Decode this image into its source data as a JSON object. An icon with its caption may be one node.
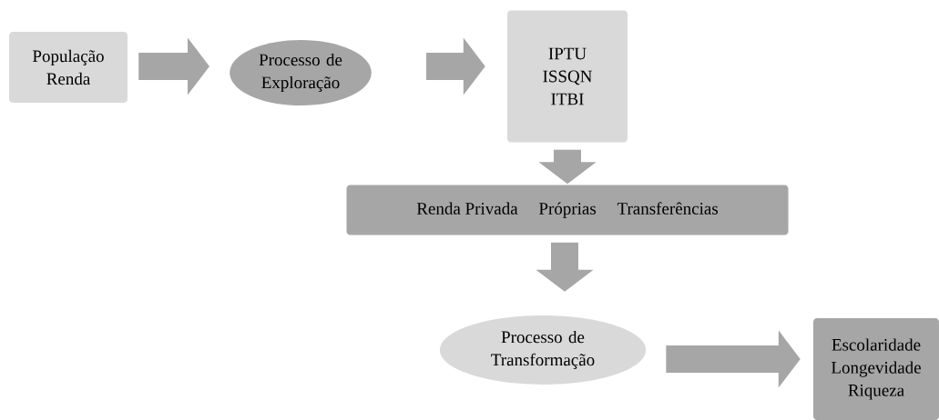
{
  "diagram": {
    "nodes": [
      {
        "text": [
          "População",
          "Renda"
        ]
      },
      {
        "text": [
          "Processo de Exploração"
        ]
      },
      {
        "text": [
          "IPTU",
          "ISSQN",
          "ITBI"
        ]
      },
      {
        "text": [
          "Renda Privada",
          "Próprias",
          "Transferências"
        ]
      },
      {
        "text": [
          "Processo de Transformação"
        ]
      },
      {
        "text": [
          "Escolaridade",
          "Longevidade",
          "Riqueza"
        ]
      }
    ],
    "edges": [
      {
        "from": 0,
        "to": 1,
        "arrow": "to"
      },
      {
        "from": 1,
        "to": 2,
        "arrow": "to"
      },
      {
        "from": 2,
        "to": 3,
        "arrow": "to"
      },
      {
        "from": 3,
        "to": 4,
        "arrow": "to"
      },
      {
        "from": 4,
        "to": 5,
        "arrow": "to"
      }
    ]
  }
}
